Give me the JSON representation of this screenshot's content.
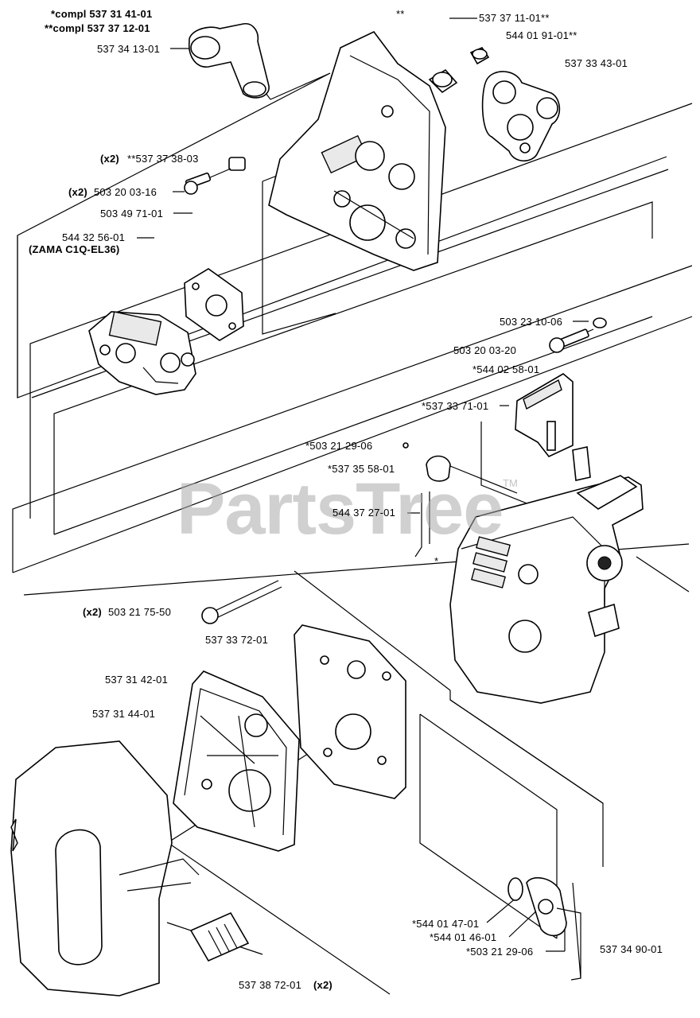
{
  "watermark": {
    "text": "PartsTree",
    "trademark": "TM"
  },
  "labels": {
    "compl_1": "*compl 537 31 41-01",
    "compl_2": "**compl 537 37 12-01",
    "p537341301": "537 34 13-01",
    "star2_top": "**",
    "p537371101": "537 37 11-01**",
    "p544019101": "544 01 91-01**",
    "p537334301": "537 33 43-01",
    "x2_a": "(x2)",
    "p537373803": "**537 37 38-03",
    "x2_b": "(x2)",
    "p503200316": "503 20 03-16",
    "p503497101": "503 49 71-01",
    "p544325601": "544 32 56-01",
    "zama": "(ZAMA C1Q-EL36)",
    "p503231006": "503 23 10-06",
    "p503200320": "503 20 03-20",
    "p544025801": "*544 02 58-01",
    "p537337101": "*537 33 71-01",
    "p503212906a": "*503 21 29-06",
    "p537355801": "*537 35 58-01",
    "p544372701": "544 37 27-01",
    "star_mid": "*",
    "x2_c": "(x2)",
    "p503217550": "503 21 75-50",
    "p537337201": "537 33 72-01",
    "p537314201": "537 31 42-01",
    "p537314401": "537 31 44-01",
    "p544014701": "*544 01 47-01",
    "p544014601": "*544 01 46-01",
    "p503212906b": "*503 21 29-06",
    "p537349001": "537 34 90-01",
    "p537387201": "537 38 72-01",
    "x2_d": "(x2)"
  }
}
